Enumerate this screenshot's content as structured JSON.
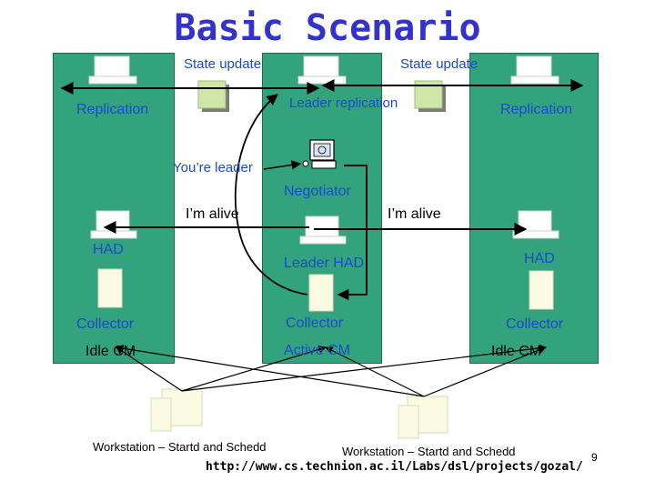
{
  "title": "Basic Scenario",
  "labels": {
    "state_update_left": "State update",
    "state_update_right": "State update",
    "leader_replication": "Leader replication",
    "replication_left": "Replication",
    "replication_right": "Replication",
    "youre_leader": "You’re leader",
    "negotiator": "Negotiator",
    "im_alive_left": "I’m alive",
    "im_alive_right": "I’m alive",
    "had_left": "HAD",
    "had_right": "HAD",
    "leader_had": "Leader HAD",
    "collector_left": "Collector",
    "collector_middle": "Collector",
    "collector_right": "Collector",
    "idle_cm_left": "Idle CM",
    "active_cm": "Active CM",
    "idle_cm_right": "Idle CM",
    "workstation_left": "Workstation – Startd and Schedd",
    "workstation_right": "Workstation – Startd and Schedd",
    "url": "http://www.cs.technion.ac.il/Labs/dsl/projects/gozal/",
    "page_number": "9"
  },
  "colors": {
    "title": "#3333cc",
    "column": "#33a37e",
    "label_blue": "#1a4acf"
  }
}
